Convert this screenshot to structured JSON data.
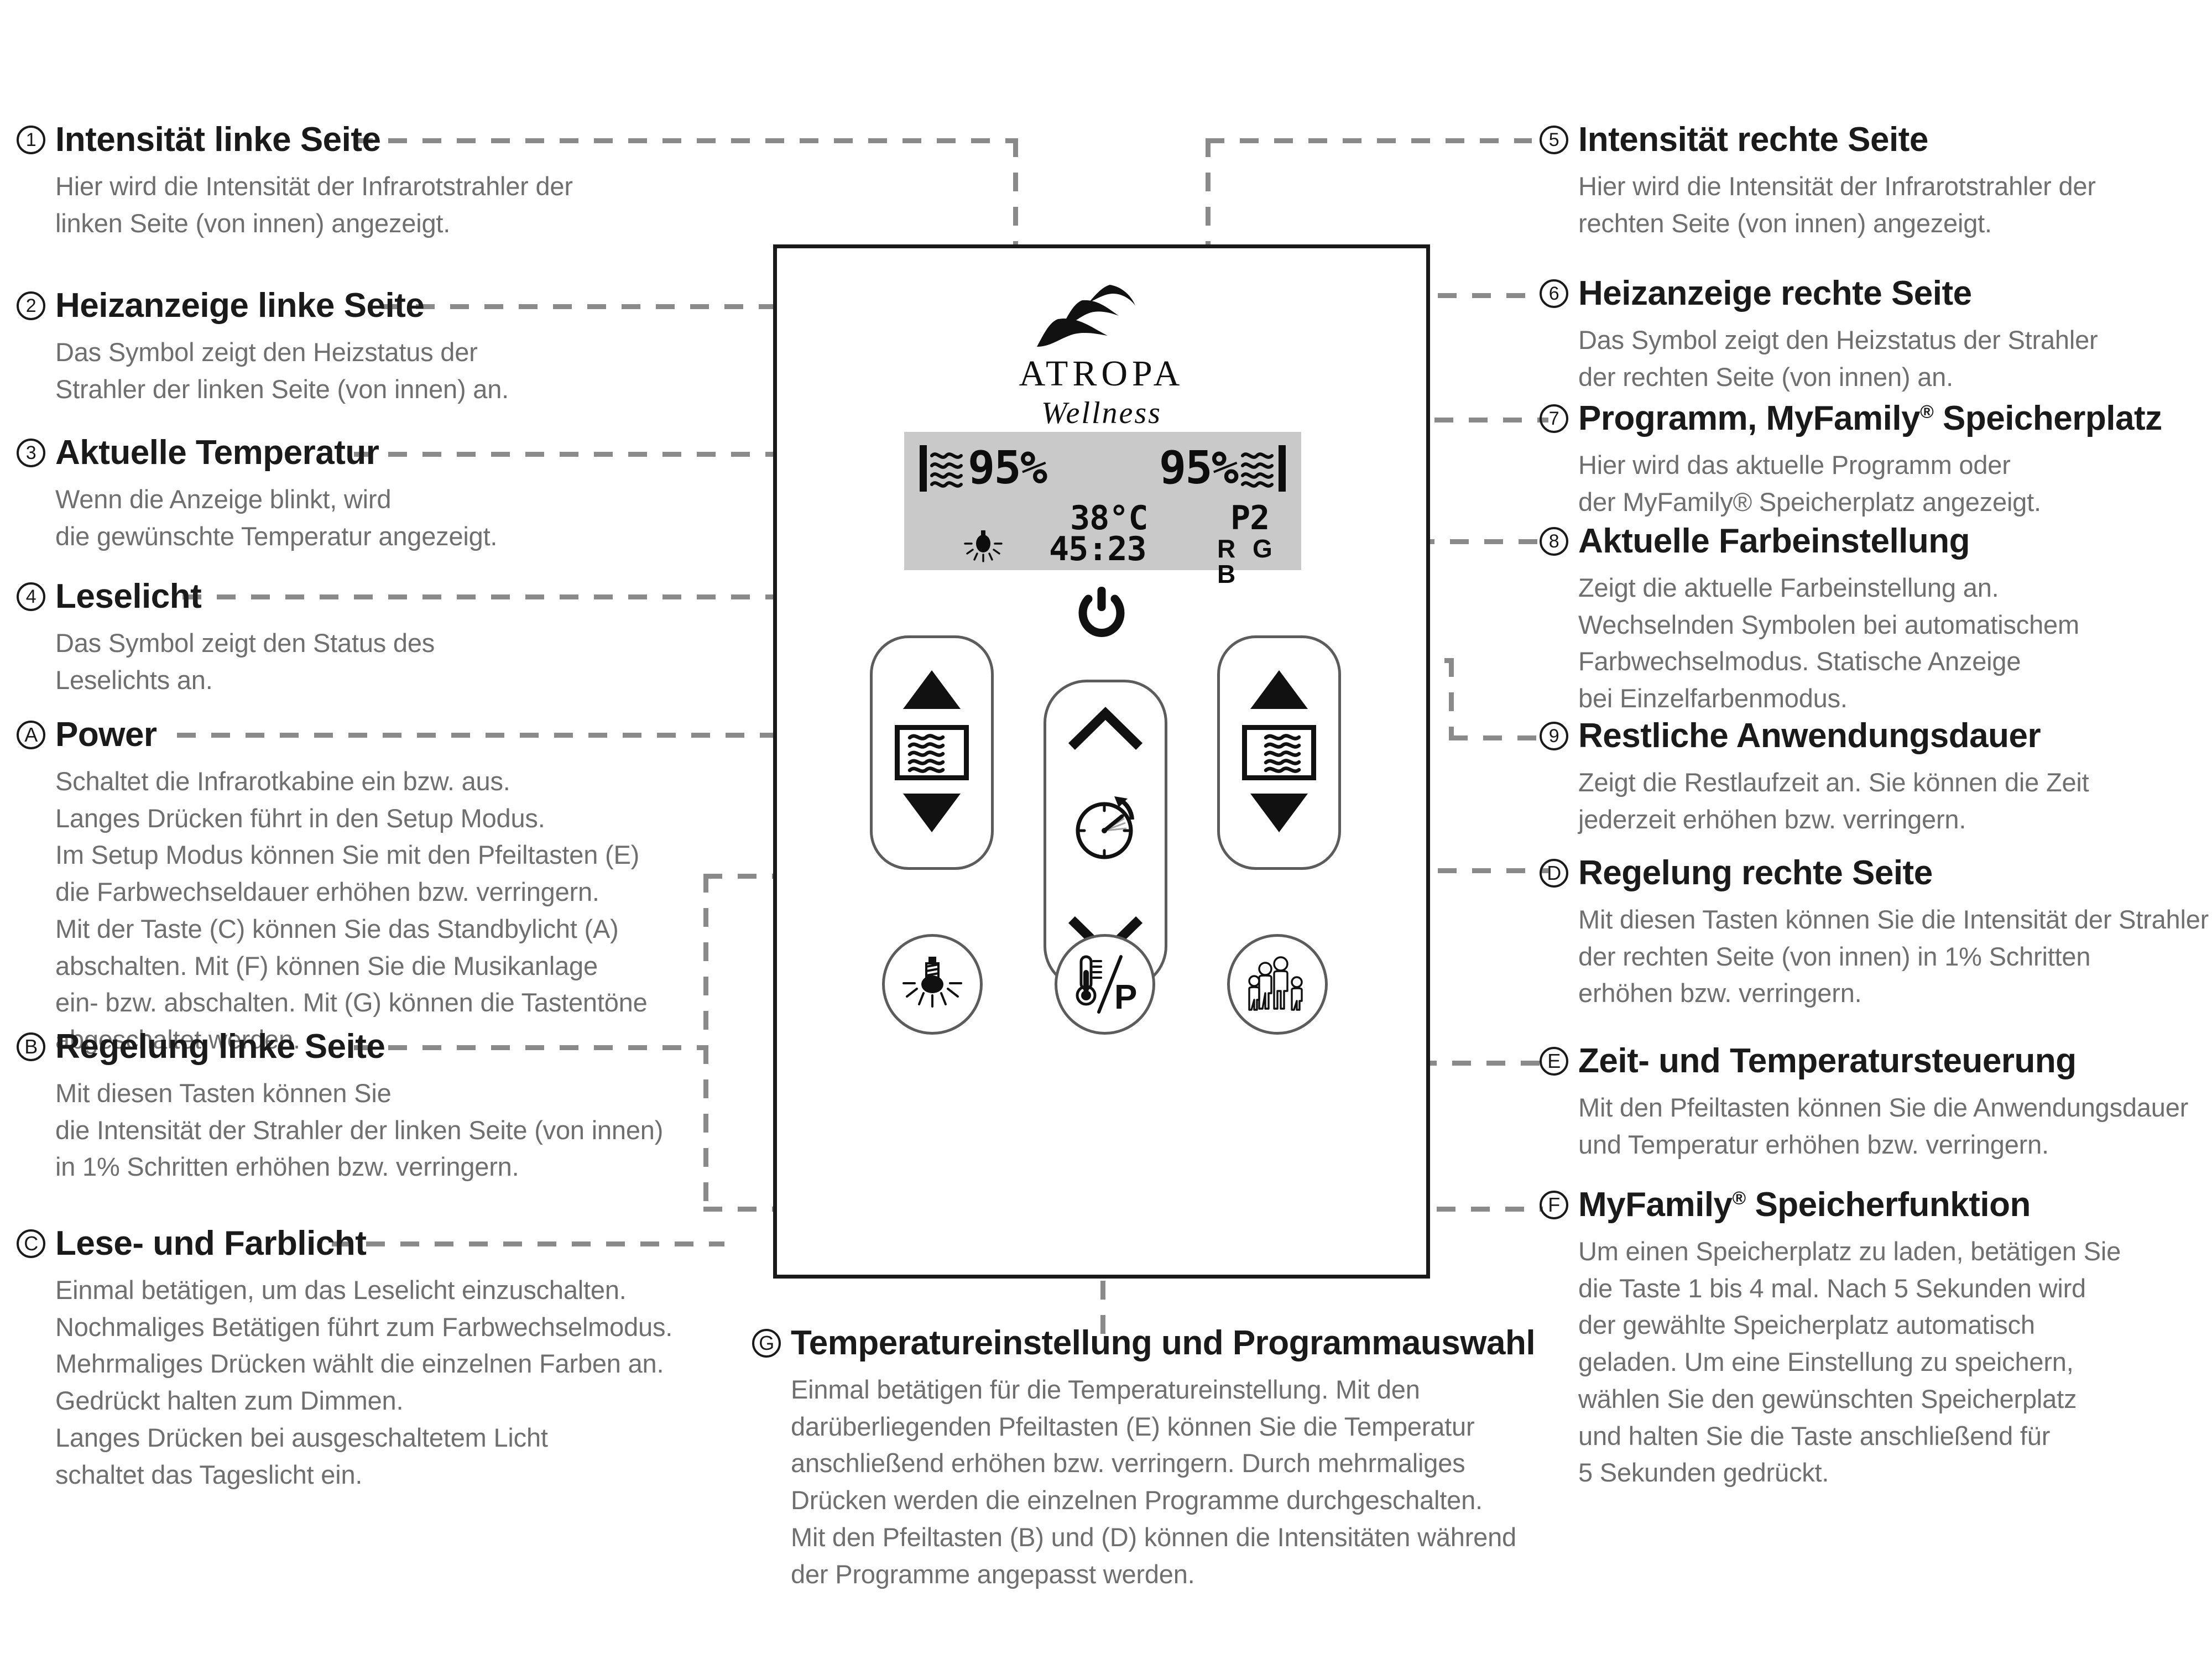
{
  "panel": {
    "brand": "ATROPA",
    "brand_sub": "Wellness",
    "lcd": {
      "left_intensity": "95%",
      "right_intensity": "95%",
      "temperature": "38°C",
      "program": "P2",
      "remaining_time": "45:23",
      "color_mode": "R G B",
      "lamp_icon": "reading-light-icon"
    },
    "buttons": {
      "power": "power-icon",
      "left_up": "triangle-up-icon",
      "left_down": "triangle-down-icon",
      "left_heater": "heater-icon",
      "right_up": "triangle-up-icon",
      "right_down": "triangle-down-icon",
      "right_heater": "heater-icon",
      "center_up": "chevron-up-icon",
      "center_timer": "timer-clock-icon",
      "center_down": "chevron-down-icon",
      "light": "light-bulb-icon",
      "temp_program": "thermometer-program-icon",
      "family": "family-group-icon"
    }
  },
  "annotations": {
    "left": [
      {
        "marker": "①",
        "marker_char": "1",
        "title": "Intensität linke Seite",
        "body": "Hier wird die Intensität der Infrarotstrahler der\nlinken Seite (von innen) angezeigt."
      },
      {
        "marker": "②",
        "marker_char": "2",
        "title": "Heizanzeige linke Seite",
        "body": "Das Symbol zeigt den Heizstatus der\nStrahler der linken Seite (von innen) an."
      },
      {
        "marker": "③",
        "marker_char": "3",
        "title": "Aktuelle Temperatur",
        "body": "Wenn die Anzeige blinkt, wird\ndie gewünschte Temperatur angezeigt."
      },
      {
        "marker": "④",
        "marker_char": "4",
        "title": "Leselicht",
        "body": "Das Symbol zeigt den Status des\nLeselichts an."
      },
      {
        "marker": "Ⓐ",
        "marker_char": "A",
        "title": "Power",
        "body": "Schaltet die Infrarotkabine ein bzw. aus.\nLanges Drücken führt in den Setup Modus.\nIm Setup Modus können Sie mit den Pfeiltasten (E)\ndie Farbwechseldauer erhöhen bzw. verringern.\nMit der Taste (C) können Sie das Standbylicht (A)\nabschalten. Mit (F) können Sie die Musikanlage\nein- bzw. abschalten. Mit (G) können die Tastentöne\nabgeschaltet werden."
      },
      {
        "marker": "Ⓑ",
        "marker_char": "B",
        "title": "Regelung linke Seite",
        "body": "Mit diesen Tasten können Sie\ndie Intensität der Strahler der linken Seite (von innen)\nin 1% Schritten erhöhen bzw. verringern."
      },
      {
        "marker": "Ⓒ",
        "marker_char": "C",
        "title": "Lese- und Farblicht",
        "body": "Einmal betätigen, um das Leselicht einzuschalten.\nNochmaliges Betätigen führt zum Farbwechselmodus.\nMehrmaliges Drücken wählt die einzelnen Farben an.\nGedrückt halten zum Dimmen.\nLanges Drücken bei ausgeschaltetem Licht\nschaltet das Tageslicht ein."
      }
    ],
    "right": [
      {
        "marker": "⑤",
        "marker_char": "5",
        "title": "Intensität rechte Seite",
        "body": "Hier wird die Intensität der Infrarotstrahler der\nrechten Seite (von innen) angezeigt."
      },
      {
        "marker": "⑥",
        "marker_char": "6",
        "title": "Heizanzeige rechte Seite",
        "body": "Das Symbol zeigt den Heizstatus der Strahler\nder rechten Seite (von innen) an."
      },
      {
        "marker": "⑦",
        "marker_char": "7",
        "title_pre": "Programm, MyFamily",
        "title_sup": "®",
        "title_post": " Speicherplatz",
        "title": "Programm, MyFamily® Speicherplatz",
        "body": "Hier wird das aktuelle Programm oder\nder MyFamily® Speicherplatz angezeigt."
      },
      {
        "marker": "⑧",
        "marker_char": "8",
        "title": "Aktuelle Farbeinstellung",
        "body": "Zeigt die aktuelle Farbeinstellung an.\nWechselnden Symbolen bei automatischem\nFarbwechselmodus. Statische Anzeige\nbei Einzelfarbenmodus."
      },
      {
        "marker": "⑨",
        "marker_char": "9",
        "title": "Restliche Anwendungsdauer",
        "body": "Zeigt die Restlaufzeit an. Sie können die Zeit\njederzeit erhöhen bzw. verringern."
      },
      {
        "marker": "Ⓓ",
        "marker_char": "D",
        "title": "Regelung rechte Seite",
        "body": "Mit diesen Tasten können Sie die Intensität der Strahler\nder rechten Seite (von innen) in 1% Schritten\nerhöhen bzw. verringern."
      },
      {
        "marker": "Ⓔ",
        "marker_char": "E",
        "title": "Zeit- und Temperatursteuerung",
        "body": "Mit den Pfeiltasten können Sie die Anwendungsdauer\nund Temperatur erhöhen bzw. verringern."
      },
      {
        "marker": "Ⓕ",
        "marker_char": "F",
        "title_pre": "MyFamily",
        "title_sup": "®",
        "title_post": " Speicherfunktion",
        "title": "MyFamily® Speicherfunktion",
        "body": "Um einen Speicherplatz zu laden, betätigen Sie\ndie Taste 1 bis 4 mal. Nach 5 Sekunden wird\nder gewählte Speicherplatz automatisch\ngeladen. Um eine Einstellung zu speichern,\nwählen Sie den gewünschten Speicherplatz\nund halten Sie die Taste anschließend für\n5 Sekunden gedrückt."
      }
    ],
    "bottom": [
      {
        "marker": "Ⓖ",
        "marker_char": "G",
        "title": "Temperatureinstellung und Programmauswahl",
        "body": "Einmal betätigen für die Temperatureinstellung. Mit den\ndarüberliegenden Pfeiltasten (E) können Sie die Temperatur\nanschließend erhöhen bzw. verringern. Durch mehrmaliges\nDrücken werden die einzelnen Programme durchgeschalten.\nMit den Pfeiltasten (B) und (D) können die Intensitäten während\nder Programme angepasst werden."
      }
    ]
  },
  "colors": {
    "text_title": "#1a1a1a",
    "text_body": "#6f6f6f",
    "dash": "#8a8a8a",
    "lcd_bg": "#c9c9c9",
    "panel_border": "#1a1a1a",
    "button_border": "#5c5c5c"
  }
}
